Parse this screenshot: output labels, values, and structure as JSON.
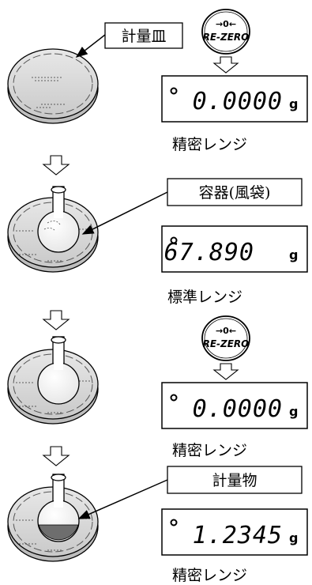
{
  "labels": {
    "pan": "計量皿",
    "container": "容器(風袋)",
    "sample": "計量物"
  },
  "rezero": {
    "symbol": "→0←",
    "label": "RE-ZERO"
  },
  "unit": "g",
  "steps": [
    {
      "reading": "0.0000",
      "range": "精密レンジ"
    },
    {
      "reading": "67.890",
      "range": "標準レンジ"
    },
    {
      "reading": "0.0000",
      "range": "精密レンジ"
    },
    {
      "reading": "1.2345",
      "range": "精密レンジ"
    }
  ],
  "icons": {
    "step_arrow": "hollow-down-arrow",
    "stable_indicator": "circle-dot",
    "flask": "round-bottom-flask",
    "pan": "weighing-pan"
  }
}
